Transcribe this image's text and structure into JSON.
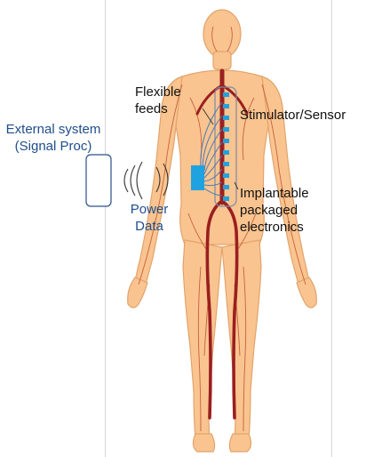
{
  "labels": {
    "external_line1": "External system",
    "external_line2": "(Signal Proc)",
    "power": "Power",
    "data": "Data",
    "flexible": "Flexible",
    "feeds": "feeds",
    "stimulator": "Stimulator/Sensor",
    "implant_line1": "Implantable",
    "implant_line2": "packaged",
    "implant_line3": "electronics"
  },
  "colors": {
    "skin": "#f9c48f",
    "skin_outline": "#e3a36c",
    "vessel": "#9a1f1f",
    "capillary": "#c0502f",
    "implant": "#1fa3e0",
    "label_blue": "#1f4e8c",
    "device_outline": "#2b4f8a"
  },
  "icons": {
    "external_device": "phone-device-icon",
    "wireless": "wireless-waves-icon"
  }
}
